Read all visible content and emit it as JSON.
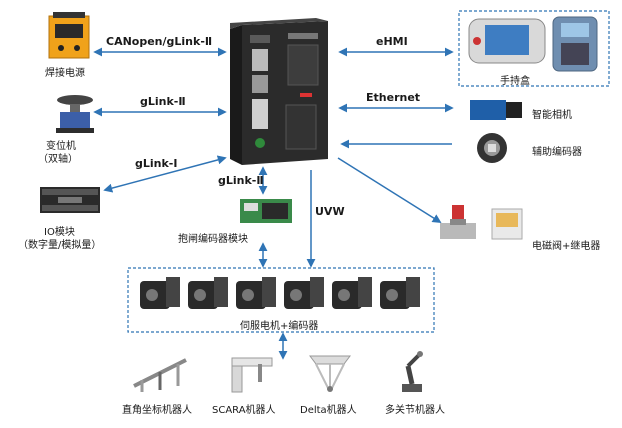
{
  "links": {
    "canopen": "CANopen/gLink-Ⅱ",
    "glink2_left": "gLink-Ⅱ",
    "glink1": "gLink-Ⅰ",
    "glink2_down": "gLink-Ⅱ",
    "uvw": "UVW",
    "ehmi": "eHMI",
    "ethernet": "Ethernet"
  },
  "devices": {
    "welding": "焊接电源",
    "positioner_line1": "变位机",
    "positioner_line2": "（双轴）",
    "io_line1": "IO模块",
    "io_line2": "（数字量/模拟量）",
    "handheld": "手持盒",
    "camera": "智能相机",
    "encoder": "辅助编码器",
    "brake_module": "抱闸编码器模块",
    "valve_relay": "电磁阀+继电器",
    "servo": "伺服电机+编码器"
  },
  "robots": {
    "cartesian": "直角坐标机器人",
    "scara": "SCARA机器人",
    "delta": "Delta机器人",
    "multi_joint": "多关节机器人"
  },
  "colors": {
    "arrow": "#2f74b5",
    "dashed_border": "#2f74b5",
    "controller": "#2a2a2a",
    "welder": "#f0a21a"
  }
}
